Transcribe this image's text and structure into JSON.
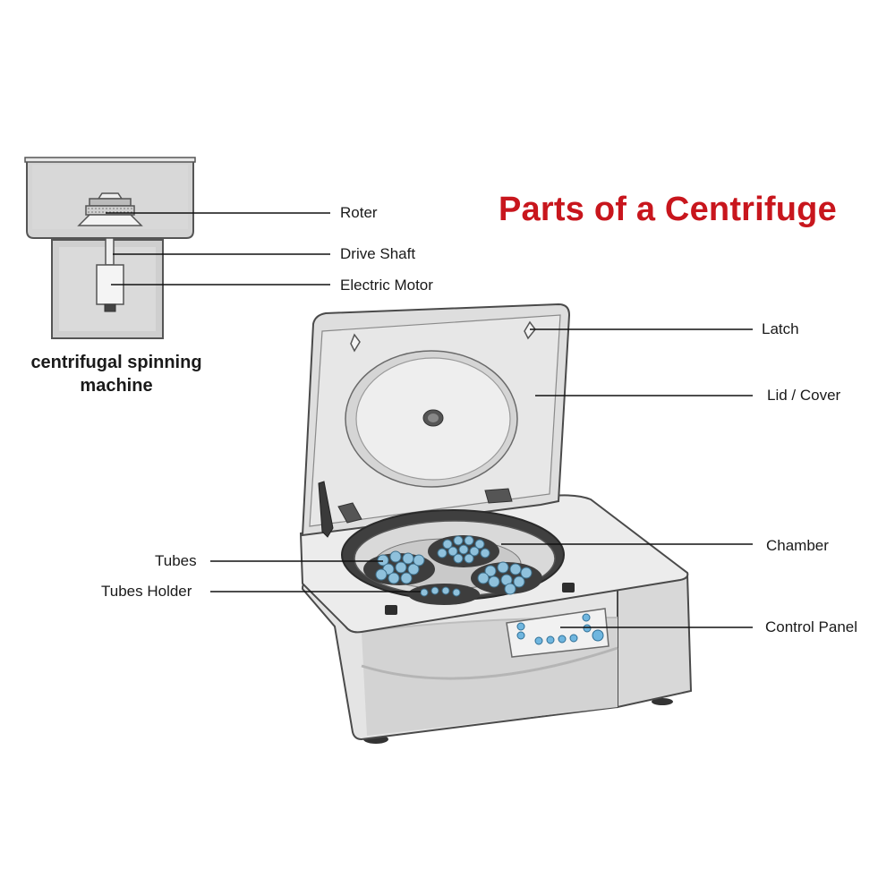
{
  "title": "Parts of a Centrifuge",
  "inset": {
    "caption_line1": "centrifugal spinning",
    "caption_line2": "machine",
    "labels": {
      "roter": "Roter",
      "drive_shaft": "Drive Shaft",
      "electric_motor": "Electric Motor"
    }
  },
  "labels": {
    "latch": "Latch",
    "lid_cover": "Lid / Cover",
    "chamber": "Chamber",
    "control_panel": "Control Panel",
    "tubes": "Tubes",
    "tubes_holder": "Tubes Holder"
  },
  "colors": {
    "title": "#c8161d",
    "body": "#e6e6e6",
    "outline": "#4a4a4a",
    "tube": "#8fc1dc",
    "button": "#5aa9d6"
  }
}
